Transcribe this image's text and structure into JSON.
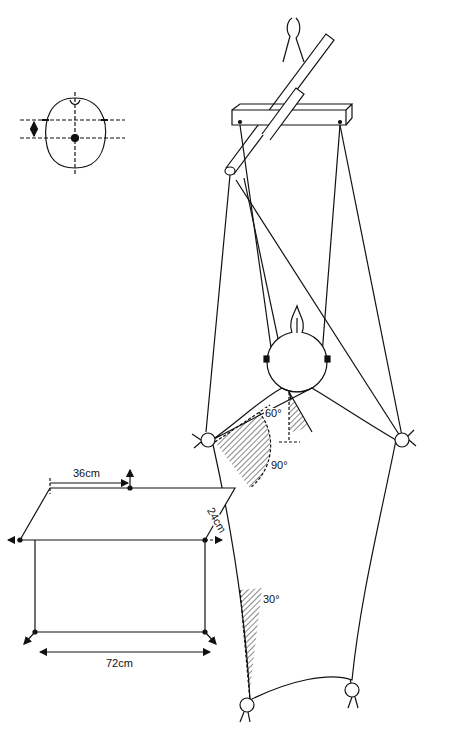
{
  "diagram": {
    "labels": [
      "60°",
      "90°",
      "36cm",
      "24cm",
      "30°",
      "72cm"
    ]
  }
}
